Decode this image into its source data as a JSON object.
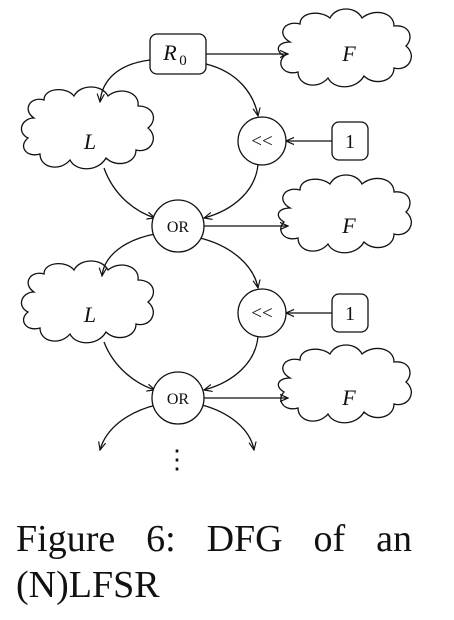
{
  "diagram": {
    "nodes": {
      "r0": {
        "main": "R",
        "sub": "0"
      },
      "f1": "F",
      "l1": "L",
      "shift1": "<<",
      "one1": "1",
      "or1": "OR",
      "f2": "F",
      "l2": "L",
      "shift2": "<<",
      "one2": "1",
      "or2": "OR",
      "f3": "F"
    },
    "continuation": "⋮"
  },
  "caption": {
    "w1": "Figure",
    "w2": "6:",
    "w3": "DFG",
    "w4": "of",
    "w5": "an",
    "line2": "(N)LFSR"
  }
}
